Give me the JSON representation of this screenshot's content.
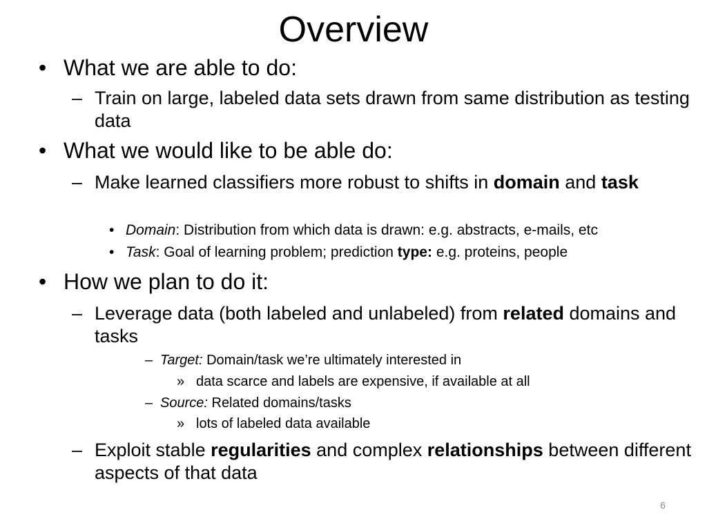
{
  "slide": {
    "title": "Overview",
    "page_number": "6",
    "bullet": "•",
    "dash": "–",
    "chevron": "»",
    "items": [
      {
        "text": "What we are able to do:"
      },
      {
        "text": "Train on large, labeled data sets drawn from same distribution as testing data"
      },
      {
        "text": "What we would like to be able do:"
      },
      {
        "pre": "Make learned classifiers more robust to shifts in ",
        "bold1": "domain",
        "mid": " and ",
        "bold2": "task"
      },
      {
        "em": "Domain",
        "rest": ": Distribution from which data is drawn: e.g. abstracts, e-mails, etc"
      },
      {
        "em": "Task",
        "pre": ": Goal of learning problem; prediction ",
        "bold": "type:",
        "post": " e.g. proteins, people"
      },
      {
        "text": "How we plan to do it:"
      },
      {
        "pre": "Leverage data (both labeled and unlabeled) from ",
        "bold": "related",
        "post": " domains and tasks"
      },
      {
        "em": "Target:",
        "rest": " Domain/task we’re ultimately interested in"
      },
      {
        "text": "data scarce and labels are expensive, if available at all"
      },
      {
        "em": "Source:",
        "rest": " Related domains/tasks"
      },
      {
        "text": "lots of labeled data available"
      },
      {
        "pre": "Exploit stable ",
        "bold1": "regularities",
        "mid": " and complex ",
        "bold2": "relationships",
        "post": " between different aspects of that data"
      }
    ]
  }
}
